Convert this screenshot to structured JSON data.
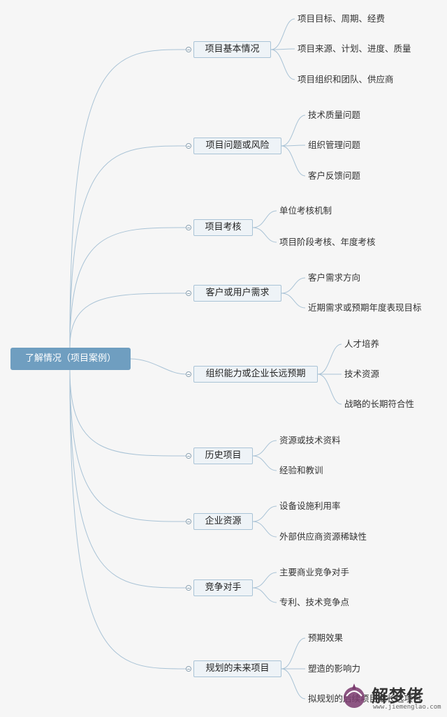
{
  "root": "了解情况（项目案例）",
  "branches": [
    {
      "label": "项目基本情况",
      "children": [
        "项目目标、周期、经费",
        "项目来源、计划、进度、质量",
        "项目组织和团队、供应商"
      ]
    },
    {
      "label": "项目问题或风险",
      "children": [
        "技术质量问题",
        "组织管理问题",
        "客户反馈问题"
      ]
    },
    {
      "label": "项目考核",
      "children": [
        "单位考核机制",
        "项目阶段考核、年度考核"
      ]
    },
    {
      "label": "客户或用户需求",
      "children": [
        "客户需求方向",
        "近期需求或预期年度表现目标"
      ]
    },
    {
      "label": "组织能力或企业长远预期",
      "children": [
        "人才培养",
        "技术资源",
        "战略的长期符合性"
      ]
    },
    {
      "label": "历史项目",
      "children": [
        "资源或技术资料",
        "经验和教训"
      ]
    },
    {
      "label": "企业资源",
      "children": [
        "设备设施利用率",
        "外部供应商资源稀缺性"
      ]
    },
    {
      "label": "竞争对手",
      "children": [
        "主要商业竞争对手",
        "专利、技术竞争点"
      ]
    },
    {
      "label": "规划的未来项目",
      "children": [
        "预期效果",
        "塑造的影响力",
        "拟规划的后续项目或长远项目"
      ]
    }
  ],
  "watermark": {
    "brand": "解梦佬",
    "url": "www.jiemenglao.com"
  },
  "colors": {
    "root_bg": "#6f9ec0",
    "line": "#a9c3d6",
    "branch_bg": "#eef3f7"
  }
}
